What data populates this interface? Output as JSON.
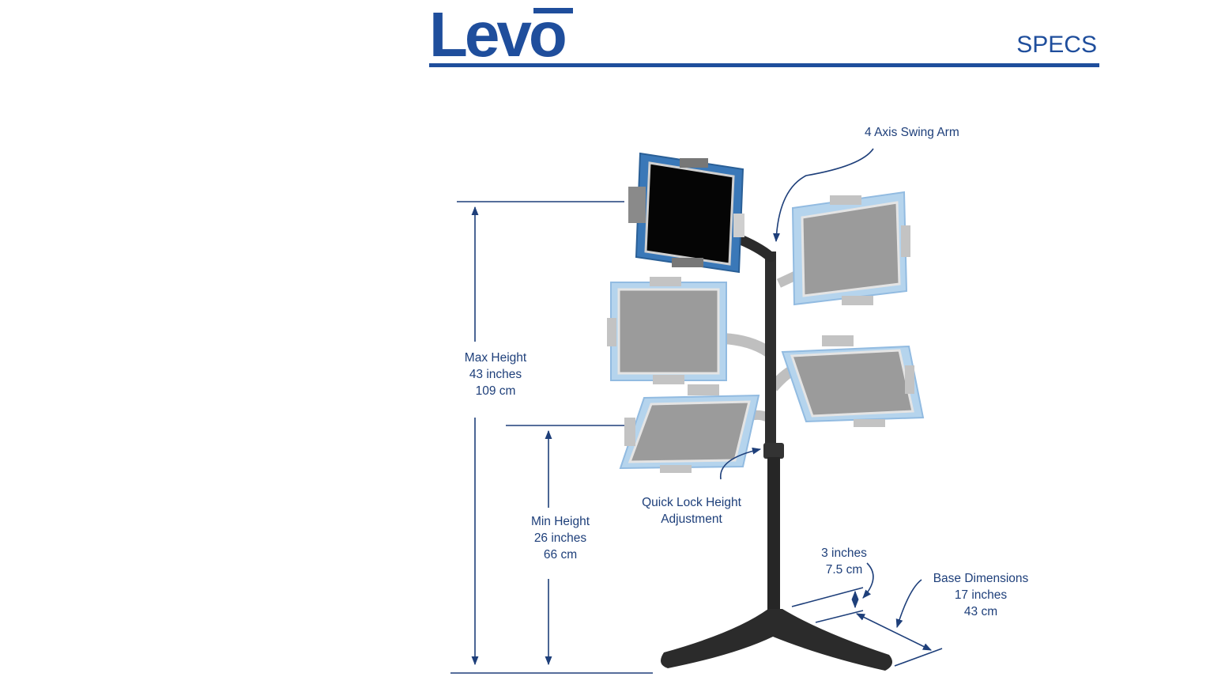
{
  "brand": {
    "logo_text": "Levo",
    "logo_color": "#1f4e9c"
  },
  "header": {
    "title": "SPECS"
  },
  "annotations": {
    "swing_arm": {
      "line1": "4 Axis Swing Arm"
    },
    "max_height": {
      "line1": "Max Height",
      "line2": "43 inches",
      "line3": "109 cm"
    },
    "min_height": {
      "line1": "Min Height",
      "line2": "26 inches",
      "line3": "66 cm"
    },
    "quick_lock": {
      "line1": "Quick Lock Height",
      "line2": "Adjustment"
    },
    "pole_offset": {
      "line1": "3 inches",
      "line2": "7.5 cm"
    },
    "base_dimensions": {
      "line1": "Base Dimensions",
      "line2": "17 inches",
      "line3": "43 cm"
    }
  },
  "colors": {
    "accent": "#1f4e9c",
    "annotation": "#1e3f7a",
    "tablet_ghost": "#9fc3e6",
    "tablet_active": "#3a78b8"
  }
}
